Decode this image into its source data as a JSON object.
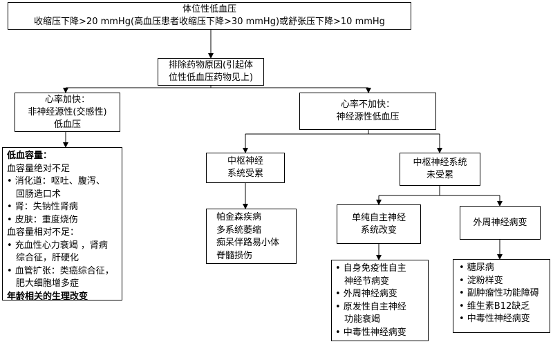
{
  "root": {
    "title": "体位性低血压",
    "criteria": "收缩压下降>20 mmHg(高血压患者收缩压下降>30 mmHg)或舒张压下降>10 mmHg"
  },
  "exclude": {
    "line1": "排除药物原因(引起体",
    "line2": "位性低血压药物见上)"
  },
  "hr_up": {
    "line1": "心率加快：",
    "line2": "非神经源性(交感性)",
    "line3": "低血压"
  },
  "hr_same": {
    "line1": "心率不加快：",
    "line2": "神经源性低血压"
  },
  "volume": {
    "heading": "低血容量：",
    "absolute": "血容量绝对不足",
    "abs_items": [
      {
        "l1": "• 消化道：呕吐、腹泻、",
        "l2": "回肠造口术"
      },
      {
        "l1": "• 肾：失钠性肾病"
      },
      {
        "l1": "• 皮肤：重度烧伤"
      }
    ],
    "relative": "血容量相对不足：",
    "rel_items": [
      {
        "l1": "• 充血性心力衰竭 ，肾病",
        "l2": "综合征，肝硬化"
      },
      {
        "l1": "• 血管扩张：类癌综合征，",
        "l2": "肥大细胞增多症"
      }
    ],
    "footer": "年龄相关的生理改变"
  },
  "cns_hit": {
    "line1": "中枢神经",
    "line2": "系统受累"
  },
  "cns_hit_list": [
    "帕金森疾病",
    "多系统萎缩",
    "痴呆伴路易小体",
    "脊髓损伤"
  ],
  "cns_spared": {
    "line1": "中枢神经系统",
    "line2": "未受累"
  },
  "auto": {
    "line1": "单纯自主神经",
    "line2": "系统改变"
  },
  "auto_list": [
    {
      "l1": "• 自身免疫性自主",
      "l2": "神经节病变"
    },
    {
      "l1": "• 外周神经病变"
    },
    {
      "l1": "• 原发性自主神经",
      "l2": "功能衰竭"
    },
    {
      "l1": "• 中毒性神经病变"
    }
  ],
  "periph": {
    "label": "外周神经病变"
  },
  "periph_list": [
    "• 糖尿病",
    "• 淀粉样变",
    "• 副肿瘤性功能障碍",
    "• 维生素B12缺乏",
    "• 中毒性神经病变"
  ]
}
